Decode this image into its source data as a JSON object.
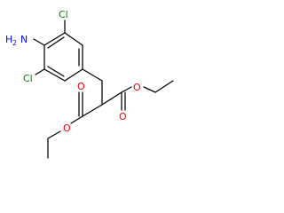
{
  "molecule": {
    "atoms": {
      "amine_n": "N",
      "amine_h2": "H",
      "amine_h_sub": "2",
      "cl_top": "Cl",
      "cl_left": "Cl",
      "o_left_carbonyl": "O",
      "o_left_ester": "O",
      "o_right_carbonyl": "O",
      "o_right_ester": "O"
    },
    "colors": {
      "bond": "#000000",
      "nitrogen": "#0000ff",
      "chlorine": "#008000",
      "oxygen": "#ff0000"
    }
  }
}
